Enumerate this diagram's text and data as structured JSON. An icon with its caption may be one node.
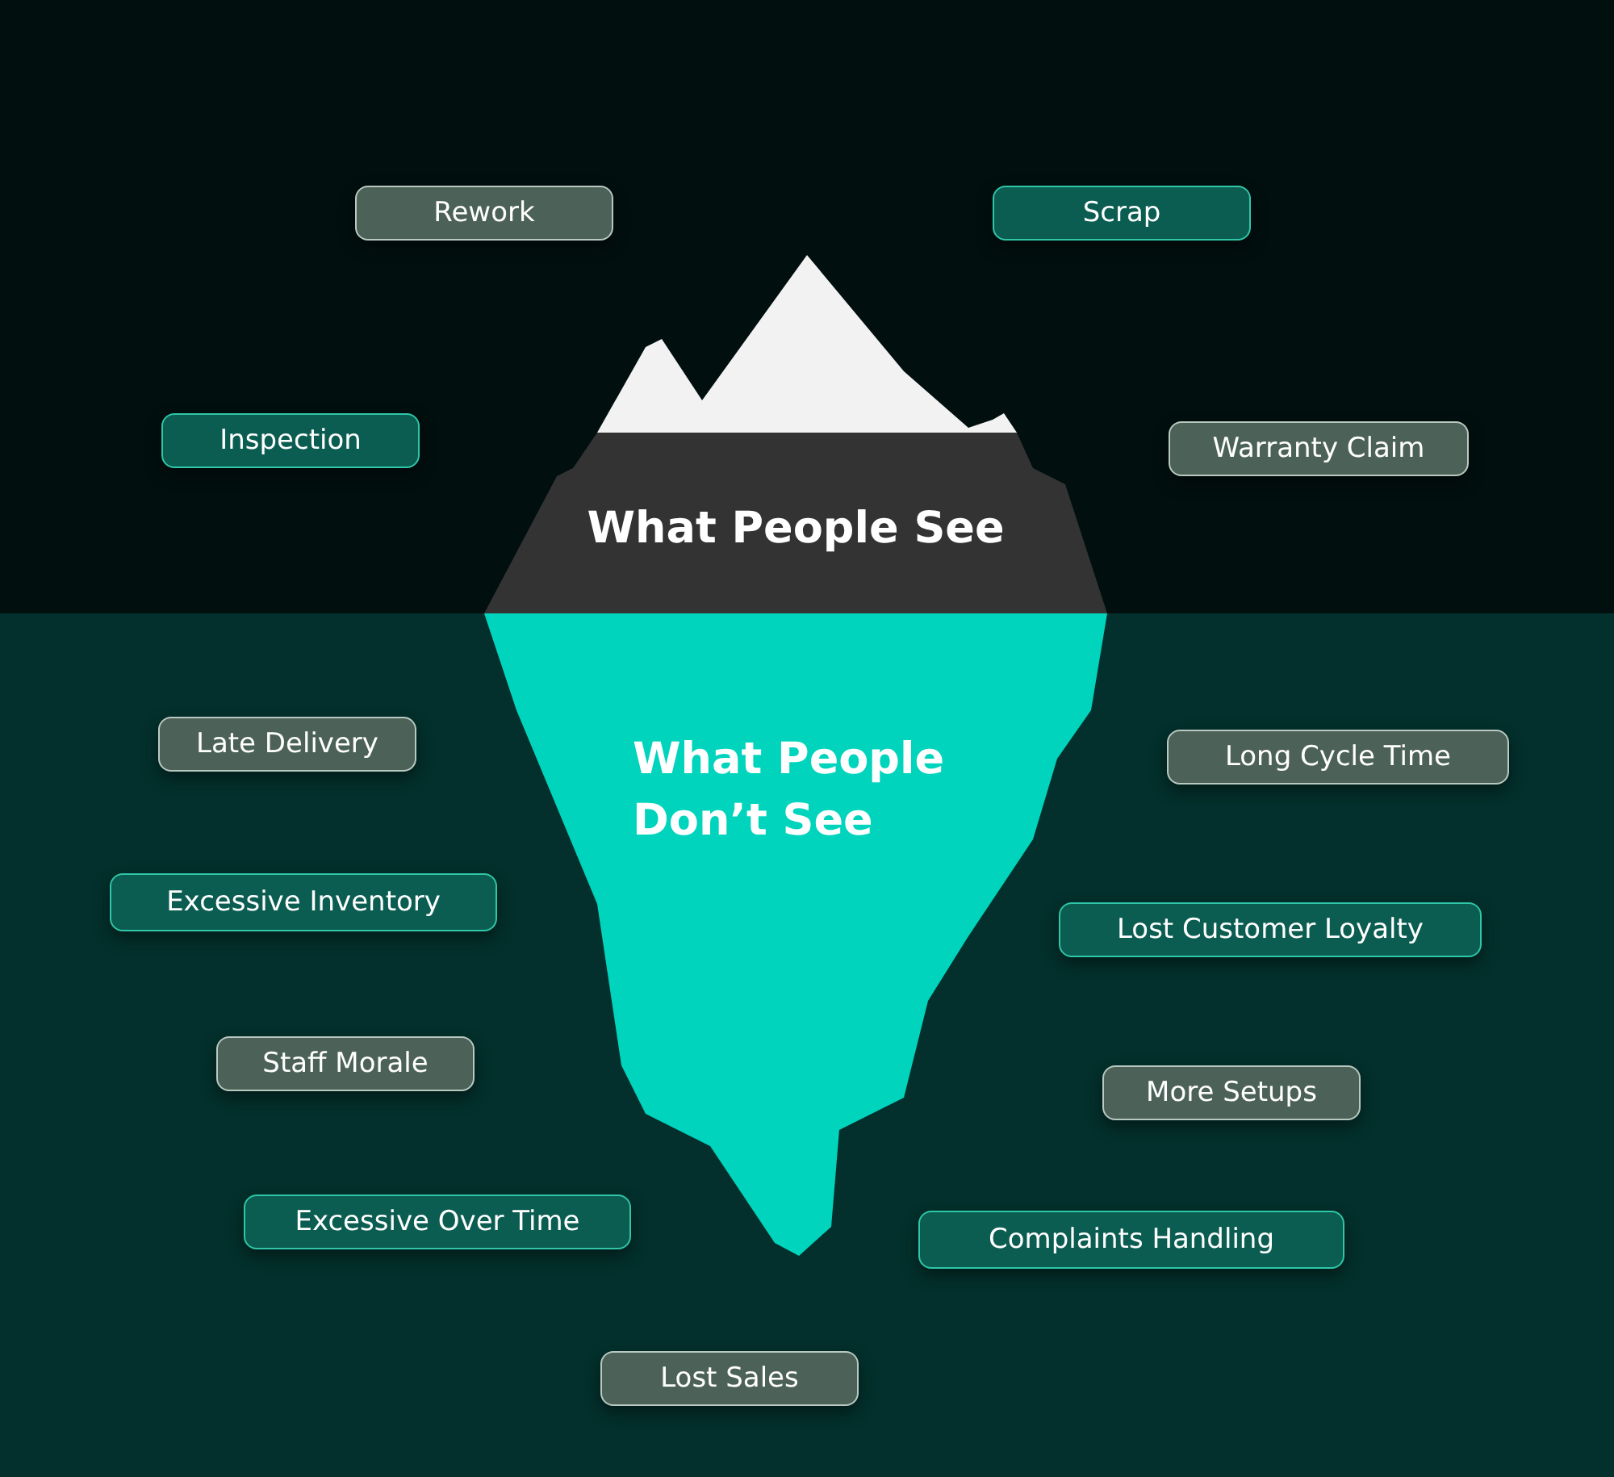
{
  "diagram": {
    "nodes": [
      {
        "text": [
          "Rework"
        ]
      },
      {
        "text": [
          "Scrap"
        ]
      },
      {
        "text": [
          "Inspection"
        ]
      },
      {
        "text": [
          "What People See"
        ]
      },
      {
        "text": [
          "Warranty Claim"
        ]
      },
      {
        "text": [
          "What People Don’t See"
        ]
      },
      {
        "text": [
          "Late Delivery"
        ]
      },
      {
        "text": [
          "Long Cycle Time"
        ]
      },
      {
        "text": [
          "Excessive Inventory"
        ]
      },
      {
        "text": [
          "Lost Customer Loyalty"
        ]
      },
      {
        "text": [
          "Staff Morale"
        ]
      },
      {
        "text": [
          "More Setups"
        ]
      },
      {
        "text": [
          "Excessive Over Time"
        ]
      },
      {
        "text": [
          "Complaints Handling"
        ]
      },
      {
        "text": [
          "Lost Sales"
        ]
      }
    ],
    "edges": []
  }
}
